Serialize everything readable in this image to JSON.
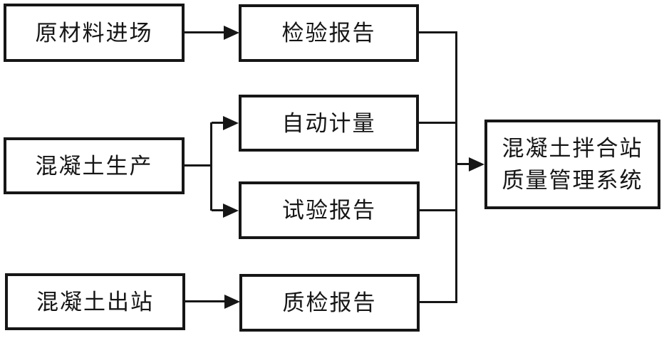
{
  "diagram": {
    "title": "concrete mixing station quality management flowchart",
    "type": "flowchart",
    "background_color": "#ffffff",
    "line_color": "#161616",
    "nodes": {
      "raw_material": {
        "label": "原材料进场"
      },
      "inspection_report": {
        "label": "检验报告"
      },
      "concrete_production": {
        "label": "混凝土生产"
      },
      "auto_metering": {
        "label": "自动计量"
      },
      "test_report": {
        "label": "试验报告"
      },
      "concrete_outbound": {
        "label": "混凝土出站"
      },
      "quality_report": {
        "label": "质检报告"
      },
      "system": {
        "label": "混凝土拌合站质量管理系统",
        "lines": [
          "混凝土拌合站",
          "质量管理系统"
        ]
      }
    },
    "edges": [
      {
        "from": "原材料进场",
        "to": "检验报告"
      },
      {
        "from": "混凝土生产",
        "to": "自动计量"
      },
      {
        "from": "混凝土生产",
        "to": "试验报告"
      },
      {
        "from": "混凝土出站",
        "to": "质检报告"
      },
      {
        "from": "检验报告",
        "to": "混凝土拌合站质量管理系统"
      },
      {
        "from": "自动计量",
        "to": "混凝土拌合站质量管理系统"
      },
      {
        "from": "试验报告",
        "to": "混凝土拌合站质量管理系统"
      },
      {
        "from": "质检报告",
        "to": "混凝土拌合站质量管理系统"
      }
    ]
  }
}
